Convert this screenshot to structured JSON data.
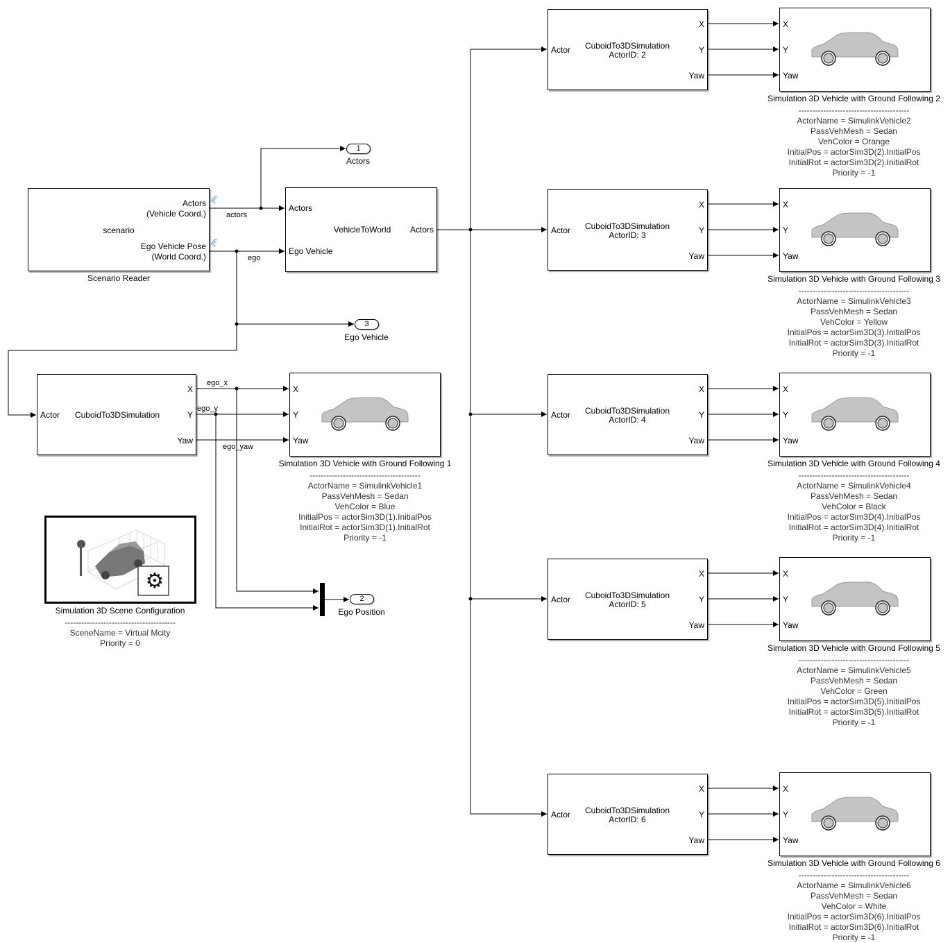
{
  "scenario_reader": {
    "caption": "Scenario Reader",
    "center": "scenario",
    "out_actors_1": "Actors",
    "out_actors_2": "(Vehicle Coord.)",
    "out_ego_1": "Ego Vehicle Pose",
    "out_ego_2": "(World Coord.)"
  },
  "signals": {
    "actors": "actors",
    "ego": "ego",
    "ego_x": "ego_x",
    "ego_y": "ego_y",
    "ego_yaw": "ego_yaw"
  },
  "vehicle_to_world": {
    "center": "VehicleToWorld",
    "in_actors": "Actors",
    "in_ego": "Ego Vehicle",
    "out": "Actors"
  },
  "outports": [
    {
      "num": "1",
      "label": "Actors"
    },
    {
      "num": "2",
      "label": "Ego Position"
    },
    {
      "num": "3",
      "label": "Ego Vehicle"
    }
  ],
  "ego_cuboid": {
    "in": "Actor",
    "center": "CuboidTo3DSimulation",
    "out_x": "X",
    "out_y": "Y",
    "out_yaw": "Yaw"
  },
  "ego_vehicle_sim": {
    "in_x": "X",
    "in_y": "Y",
    "in_yaw": "Yaw",
    "caption": "Simulation 3D Vehicle with Ground Following 1",
    "separator": "----------------------------------------",
    "params": [
      "ActorName = SimulinkVehicle1",
      "PassVehMesh = Sedan",
      "VehColor = Blue",
      "InitialPos = actorSim3D(1).InitialPos",
      "InitialRot = actorSim3D(1).InitialRot",
      "Priority = -1"
    ]
  },
  "scene_config": {
    "caption": "Simulation 3D Scene Configuration",
    "separator": "----------------------------------------",
    "params": [
      "SceneName = Virtual Mcity",
      "Priority = 0"
    ]
  },
  "actor_rows": [
    {
      "cuboid_in": "Actor",
      "cuboid_title": "CuboidTo3DSimulation",
      "cuboid_id": "ActorID: 2",
      "out_x": "X",
      "out_y": "Y",
      "out_yaw": "Yaw",
      "caption": "Simulation 3D Vehicle with Ground Following 2",
      "separator": "----------------------------------------",
      "params": [
        "ActorName = SimulinkVehicle2",
        "PassVehMesh = Sedan",
        "VehColor = Orange",
        "InitialPos = actorSim3D(2).InitialPos",
        "InitialRot = actorSim3D(2).InitialRot",
        "Priority = -1"
      ]
    },
    {
      "cuboid_in": "Actor",
      "cuboid_title": "CuboidTo3DSimulation",
      "cuboid_id": "ActorID: 3",
      "out_x": "X",
      "out_y": "Y",
      "out_yaw": "Yaw",
      "caption": "Simulation 3D Vehicle with Ground Following 3",
      "separator": "----------------------------------------",
      "params": [
        "ActorName = SimulinkVehicle3",
        "PassVehMesh = Sedan",
        "VehColor = Yellow",
        "InitialPos = actorSim3D(3).InitialPos",
        "InitialRot = actorSim3D(3).InitialRot",
        "Priority = -1"
      ]
    },
    {
      "cuboid_in": "Actor",
      "cuboid_title": "CuboidTo3DSimulation",
      "cuboid_id": "ActorID: 4",
      "out_x": "X",
      "out_y": "Y",
      "out_yaw": "Yaw",
      "caption": "Simulation 3D Vehicle with Ground Following 4",
      "separator": "----------------------------------------",
      "params": [
        "ActorName = SimulinkVehicle4",
        "PassVehMesh = Sedan",
        "VehColor = Black",
        "InitialPos = actorSim3D(4).InitialPos",
        "InitialRot = actorSim3D(4).InitialRot",
        "Priority = -1"
      ]
    },
    {
      "cuboid_in": "Actor",
      "cuboid_title": "CuboidTo3DSimulation",
      "cuboid_id": "ActorID: 5",
      "out_x": "X",
      "out_y": "Y",
      "out_yaw": "Yaw",
      "caption": "Simulation 3D Vehicle with Ground Following 5",
      "separator": "----------------------------------------",
      "params": [
        "ActorName = SimulinkVehicle5",
        "PassVehMesh = Sedan",
        "VehColor = Green",
        "InitialPos = actorSim3D(5).InitialPos",
        "InitialRot = actorSim3D(5).InitialRot",
        "Priority = -1"
      ]
    },
    {
      "cuboid_in": "Actor",
      "cuboid_title": "CuboidTo3DSimulation",
      "cuboid_id": "ActorID: 6",
      "out_x": "X",
      "out_y": "Y",
      "out_yaw": "Yaw",
      "caption": "Simulation 3D Vehicle with Ground Following 6",
      "separator": "----------------------------------------",
      "params": [
        "ActorName = SimulinkVehicle6",
        "PassVehMesh = Sedan",
        "VehColor = White",
        "InitialPos = actorSim3D(6).InitialPos",
        "InitialRot = actorSim3D(6).InitialRot",
        "Priority = -1"
      ]
    }
  ]
}
